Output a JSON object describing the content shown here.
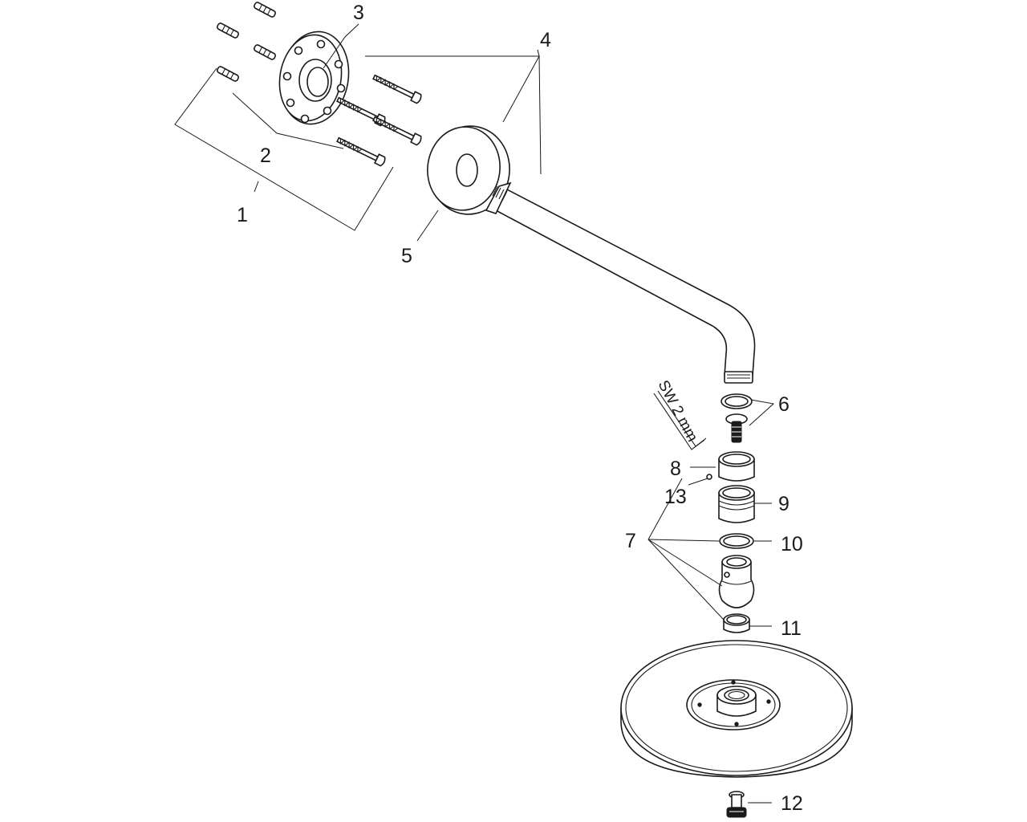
{
  "diagram": {
    "callouts": [
      {
        "id": "1",
        "label": "1"
      },
      {
        "id": "2",
        "label": "2"
      },
      {
        "id": "3",
        "label": "3"
      },
      {
        "id": "4",
        "label": "4"
      },
      {
        "id": "5",
        "label": "5"
      },
      {
        "id": "6",
        "label": "6"
      },
      {
        "id": "7",
        "label": "7"
      },
      {
        "id": "8",
        "label": "8"
      },
      {
        "id": "9",
        "label": "9"
      },
      {
        "id": "10",
        "label": "10"
      },
      {
        "id": "11",
        "label": "11"
      },
      {
        "id": "12",
        "label": "12"
      },
      {
        "id": "13",
        "label": "13"
      }
    ],
    "tool_label": "SW 2 mm"
  }
}
